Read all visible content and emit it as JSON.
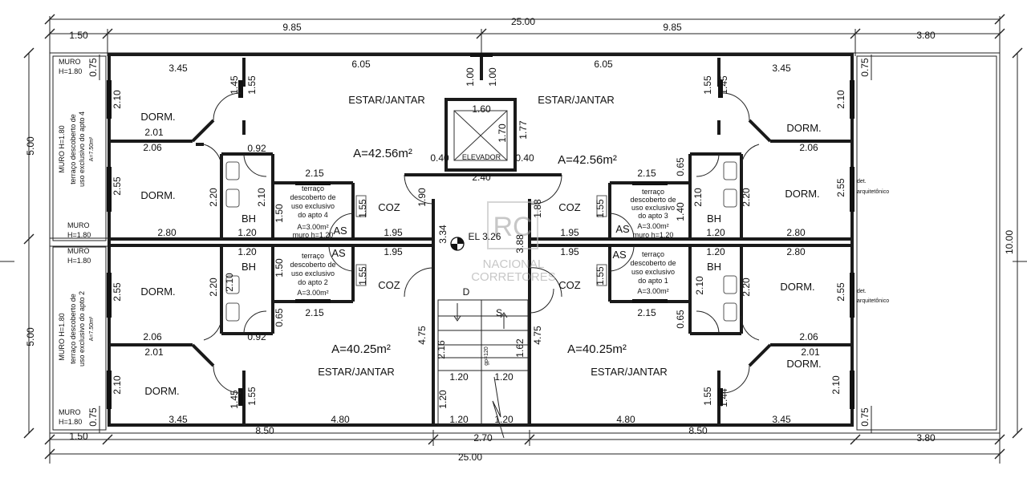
{
  "rooms": {
    "estar_jantar": "ESTAR/JANTAR",
    "dorm": "DORM.",
    "coz": "COZ",
    "as": "AS",
    "bh": "BH",
    "elevador": "ELEVADOR"
  },
  "areas": {
    "upper_left": "A=42.56m²",
    "upper_right": "A=42.56m²",
    "lower_left": "A=40.25m²",
    "lower_right": "A=40.25m²"
  },
  "level": "EL 3.26",
  "stairs": {
    "down": "D",
    "up": "S",
    "gp": "gp=120"
  },
  "muro": {
    "label": "MURO",
    "height": "H=1.80",
    "vertical": "MURO H=1.80"
  },
  "terracos": {
    "apto4": [
      "terraço descoberto de",
      "uso exclusivo do apto 4",
      "A=7.50m²"
    ],
    "apto2": [
      "terraço descoberto de",
      "uso exclusivo do apto 2",
      "A=7.50m²"
    ],
    "small_apto4": [
      "terraço",
      "descoberto de",
      "uso exclusivo",
      "do apto 4",
      "A=3.00m²",
      "muro h=1.20"
    ],
    "small_apto3": [
      "terraço",
      "descoberto de",
      "uso exclusivo",
      "do apto 3",
      "A=3.00m²",
      "muro h=1.20"
    ],
    "small_apto2": [
      "terraço",
      "descoberto de",
      "uso exclusivo",
      "do apto 2",
      "A=3.00m²"
    ],
    "small_apto1": [
      "terraço",
      "descoberto de",
      "uso exclusivo",
      "do apto 1",
      "A=3.00m²"
    ]
  },
  "notes": {
    "det": "det.",
    "arquitetonico": "arquitetônico"
  },
  "watermark": {
    "logo": "RC",
    "line1": "NACIONAL",
    "line2": "CORRETORES"
  },
  "dims": {
    "total_top": "25.00",
    "total_bottom": "25.00",
    "left_margin": "1.50",
    "right_margin": "3.80",
    "half_left": "9.85",
    "half_right": "9.85",
    "bottom_left": "8.50",
    "bottom_mid": "2.70",
    "bottom_right": "8.50",
    "left_upper": "5.00",
    "left_lower": "5.00",
    "right_total": "10.00",
    "d345": "3.45",
    "d605": "6.05",
    "d100": "1.00",
    "d075": "0.75",
    "d210": "2.10",
    "d155": "1.55",
    "d145": "1.45",
    "d144": "1.44",
    "d201": "2.01",
    "d206": "2.06",
    "d092": "0.92",
    "d160": "1.60",
    "d170": "1.70",
    "d177": "1.77",
    "d040": "0.40",
    "d240": "2.40",
    "d215": "2.15",
    "d065": "0.65",
    "d255": "2.55",
    "d220": "2.20",
    "d190": "1.90",
    "d188": "1.88",
    "d140": "1.40",
    "d150": "1.50",
    "d120": "1.20",
    "d280": "2.80",
    "d195": "1.95",
    "d334": "3.34",
    "d388": "3.88",
    "d475": "4.75",
    "d216": "2.16",
    "d162": "1.62",
    "d480": "4.80"
  }
}
